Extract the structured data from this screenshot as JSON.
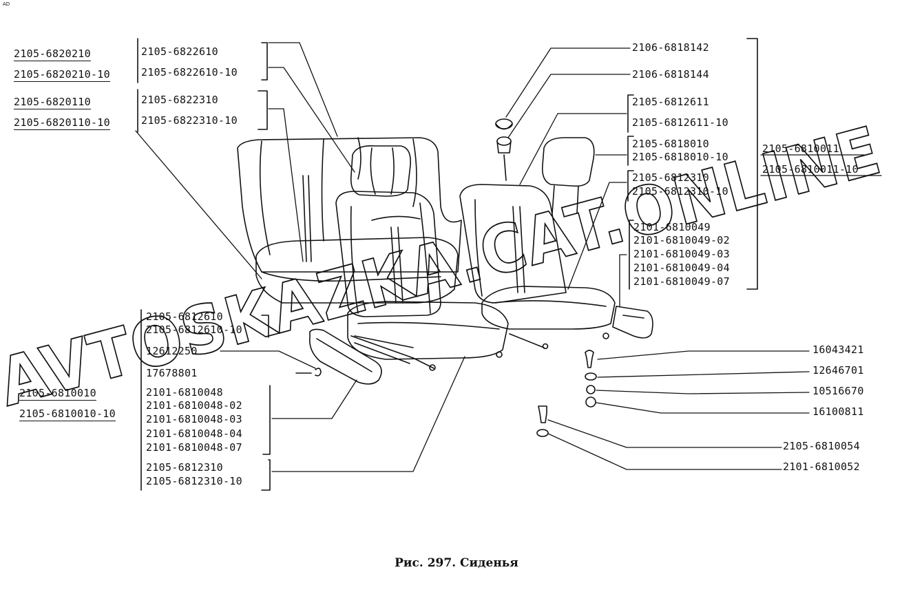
{
  "corner_mark": "AD",
  "caption": "Рис. 297. Сиденья",
  "watermark": "AVTOSKAZKA.CAT.ONLINE",
  "left_outer": [
    "2105-6820210",
    "2105-6820210-10",
    "2105-6820110",
    "2105-6820110-10"
  ],
  "left_bracket_upper": [
    "2105-6822610",
    "2105-6822610-10",
    "2105-6822310",
    "2105-6822310-10"
  ],
  "left_lower_outer": [
    "2105-6810010",
    "2105-6810010-10"
  ],
  "left_lower_group": [
    "2105-6812610",
    "2105-6812610-10",
    "12612250",
    "17678801",
    "2101-6810048",
    "2101-6810048-02",
    "2101-6810048-03",
    "2101-6810048-04",
    "2101-6810048-07",
    "2105-6812310",
    "2105-6812310-10"
  ],
  "right_upper_group": [
    "2106-6818142",
    "2106-6818144",
    "2105-6812611",
    "2105-6812611-10",
    "2105-6818010",
    "2105-6818010-10",
    "2105-6812310",
    "2105-6812310-10",
    "2101-6810049",
    "2101-6810049-02",
    "2101-6810049-03",
    "2101-6810049-04",
    "2101-6810049-07"
  ],
  "right_outer": [
    "2105-6810011",
    "2105-6810011-10"
  ],
  "right_hardware": [
    "16043421",
    "12646701",
    "10516670",
    "16100811",
    "2105-6810054",
    "2101-6810052"
  ]
}
